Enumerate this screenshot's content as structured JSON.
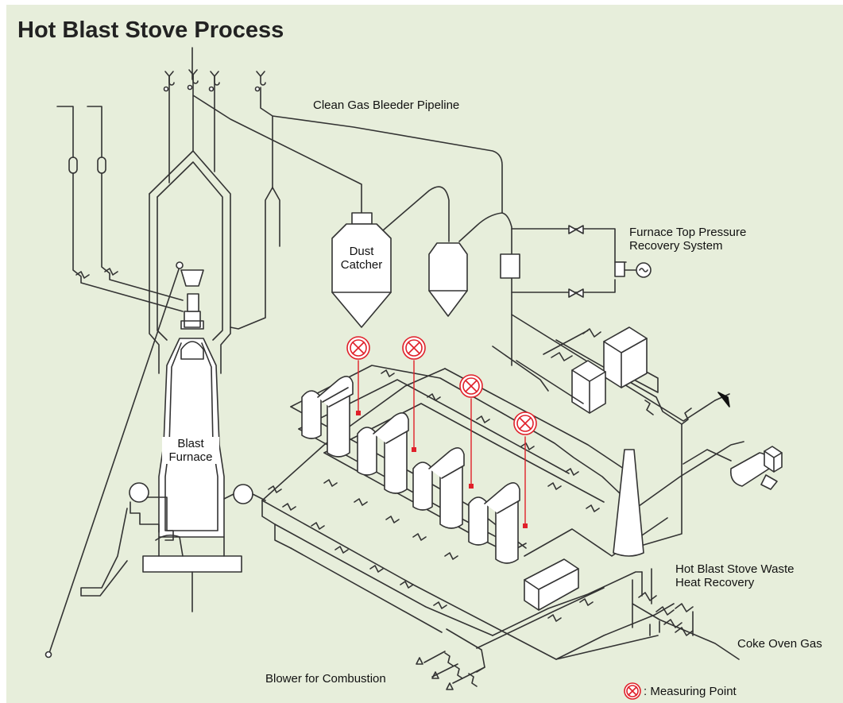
{
  "title": "Hot Blast Stove Process",
  "colors": {
    "background": "#e7eedb",
    "line": "#333333",
    "measuring_point": "#e0202a",
    "white": "#ffffff"
  },
  "labels": {
    "clean_gas_pipeline": "Clean Gas Bleeder Pipeline",
    "dust_catcher_line1": "Dust",
    "dust_catcher_line2": "Catcher",
    "top_pressure_line1": "Furnace Top Pressure",
    "top_pressure_line2": "Recovery System",
    "blast_furnace_line1": "Blast",
    "blast_furnace_line2": "Furnace",
    "waste_heat_line1": "Hot Blast Stove Waste",
    "waste_heat_line2": "Heat Recovery",
    "coke_oven_gas": "Coke Oven Gas",
    "blower": "Blower for Combustion"
  },
  "legend": {
    "icon": "measuring-point-icon",
    "text": ": Measuring Point"
  }
}
